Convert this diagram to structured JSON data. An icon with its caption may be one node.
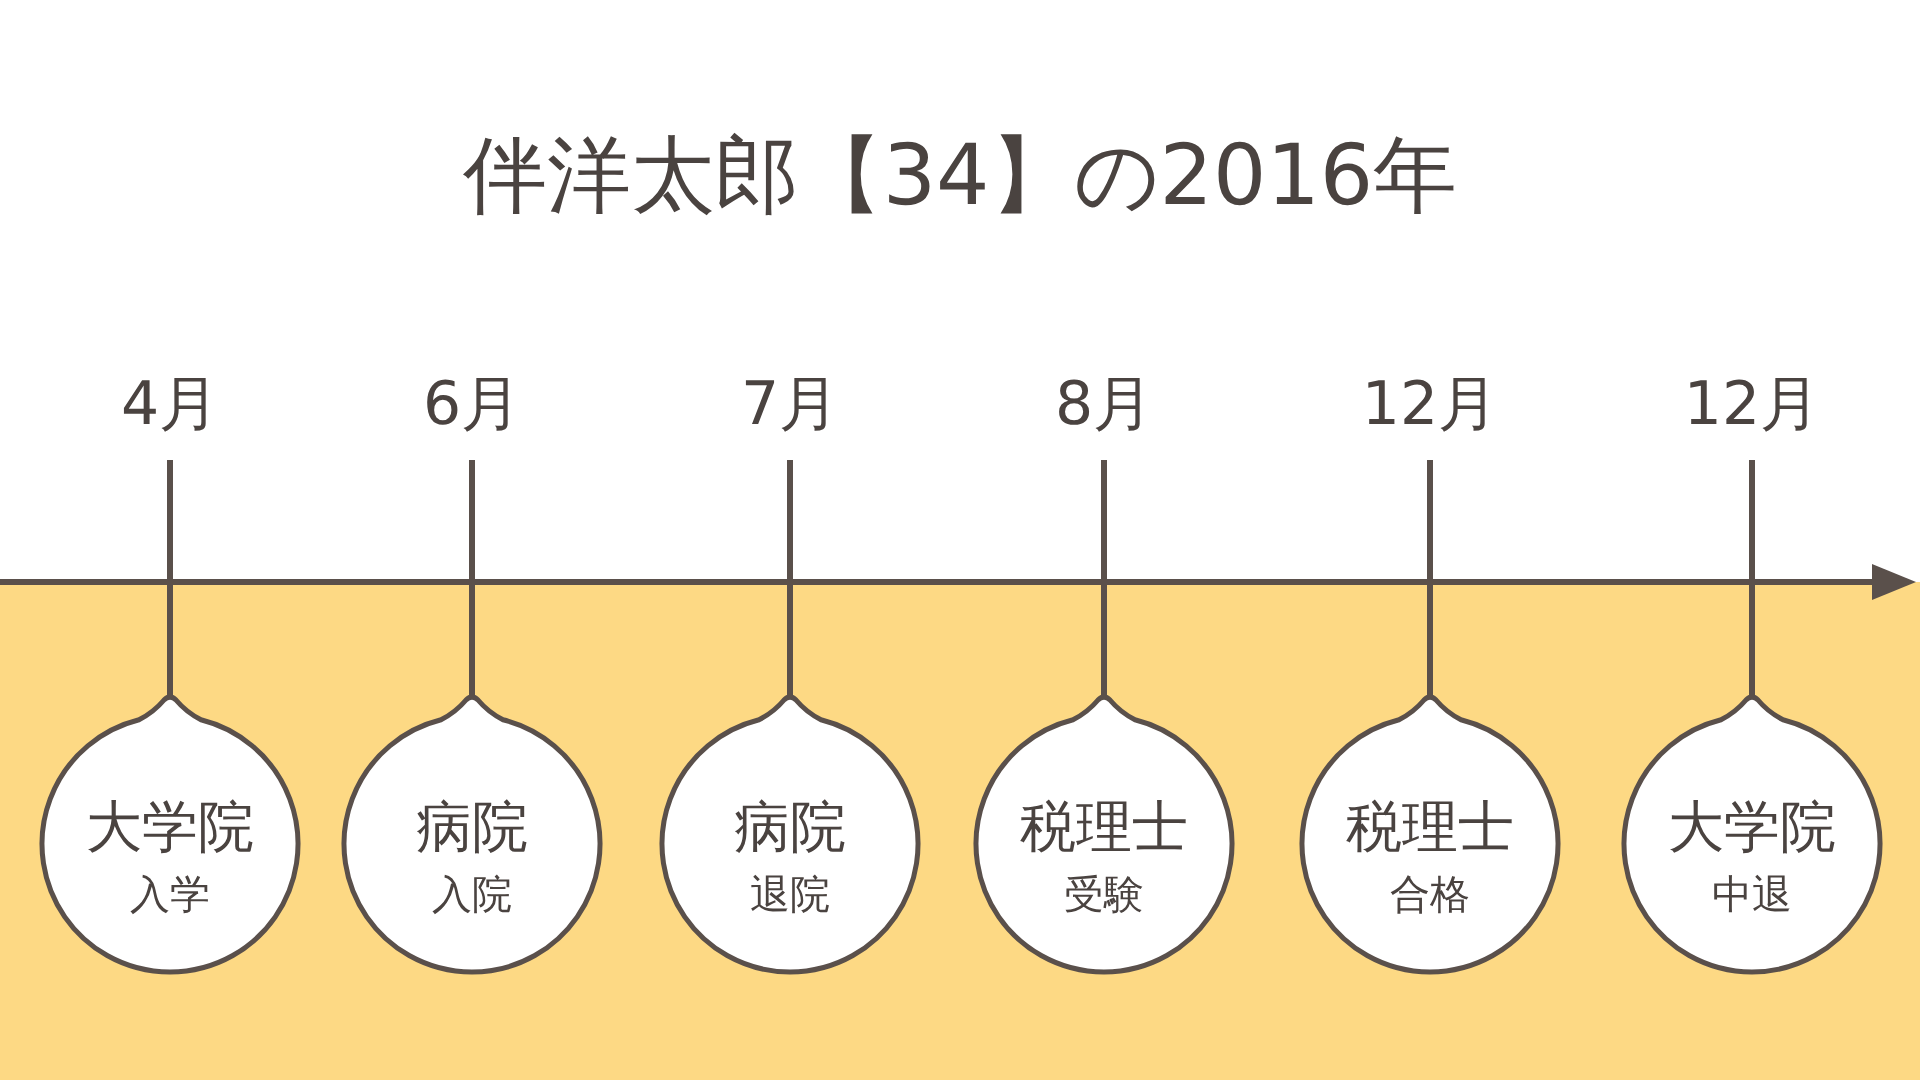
{
  "diagram": {
    "title": "伴洋太郎【34】の2016年",
    "nodes": [
      {
        "text": [
          "4月"
        ]
      },
      {
        "text": [
          "6月"
        ]
      },
      {
        "text": [
          "7月"
        ]
      },
      {
        "text": [
          "8月"
        ]
      },
      {
        "text": [
          "12月"
        ]
      },
      {
        "text": [
          "12月"
        ]
      },
      {
        "text": [
          "大学院",
          "入学"
        ]
      },
      {
        "text": [
          "病院",
          "入院"
        ]
      },
      {
        "text": [
          "病院",
          "退院"
        ]
      },
      {
        "text": [
          "税理士",
          "受験"
        ]
      },
      {
        "text": [
          "税理士",
          "合格"
        ]
      },
      {
        "text": [
          "大学院",
          "中退"
        ]
      }
    ],
    "edges": [
      {
        "from": 0,
        "to": 6,
        "arrow": "none"
      },
      {
        "from": 1,
        "to": 7,
        "arrow": "none"
      },
      {
        "from": 2,
        "to": 8,
        "arrow": "none"
      },
      {
        "from": 3,
        "to": 9,
        "arrow": "none"
      },
      {
        "from": 4,
        "to": 10,
        "arrow": "none"
      },
      {
        "from": 5,
        "to": 11,
        "arrow": "none"
      }
    ]
  }
}
